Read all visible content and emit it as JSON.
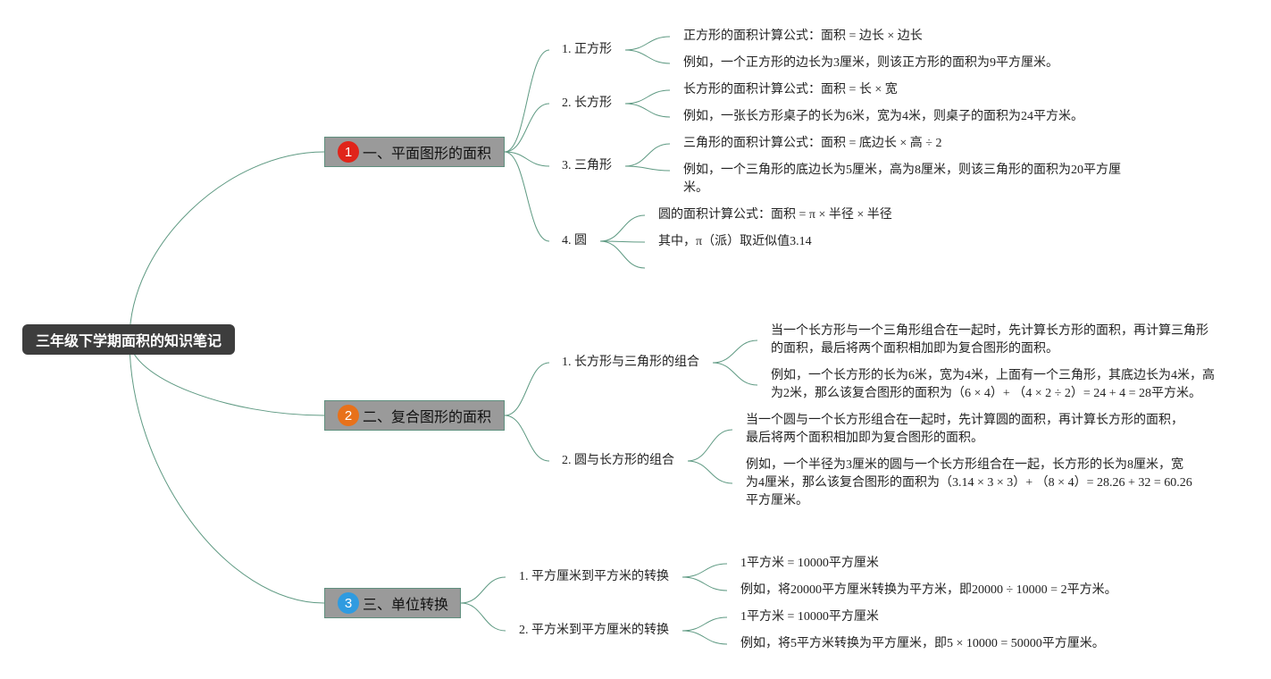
{
  "root": {
    "title": "三年级下学期面积的知识笔记"
  },
  "colors": {
    "link": "#5f9a83",
    "branch_bg": "#9a9a9a",
    "badge1": "#e0241a",
    "badge2": "#e8711a",
    "badge3": "#2f9be0"
  },
  "branches": [
    {
      "number": "1",
      "title": "一、平面图形的面积",
      "subs": [
        {
          "label": "1. 正方形",
          "leaves": [
            "正方形的面积计算公式：面积 = 边长 × 边长",
            "例如，一个正方形的边长为3厘米，则该正方形的面积为9平方厘米。"
          ]
        },
        {
          "label": "2. 长方形",
          "leaves": [
            "长方形的面积计算公式：面积 = 长 × 宽",
            "例如，一张长方形桌子的长为6米，宽为4米，则桌子的面积为24平方米。"
          ]
        },
        {
          "label": "3. 三角形",
          "leaves": [
            "三角形的面积计算公式：面积 = 底边长 × 高 ÷ 2",
            "例如，一个三角形的底边长为5厘米，高为8厘米，则该三角形的面积为20平方厘米。"
          ]
        },
        {
          "label": "4. 圆",
          "leaves": [
            "圆的面积计算公式：面积 = π × 半径 × 半径",
            "其中，π（派）取近似值3.14"
          ]
        }
      ]
    },
    {
      "number": "2",
      "title": "二、复合图形的面积",
      "subs": [
        {
          "label": "1. 长方形与三角形的组合",
          "leaves": [
            "当一个长方形与一个三角形组合在一起时，先计算长方形的面积，再计算三角形的面积，最后将两个面积相加即为复合图形的面积。",
            "例如，一个长方形的长为6米，宽为4米，上面有一个三角形，其底边长为4米，高为2米，那么该复合图形的面积为（6 × 4）+ （4 × 2 ÷ 2）= 24 + 4 = 28平方米。"
          ]
        },
        {
          "label": "2. 圆与长方形的组合",
          "leaves": [
            "当一个圆与一个长方形组合在一起时，先计算圆的面积，再计算长方形的面积，最后将两个面积相加即为复合图形的面积。",
            "例如，一个半径为3厘米的圆与一个长方形组合在一起，长方形的长为8厘米，宽为4厘米，那么该复合图形的面积为（3.14 × 3 × 3）+ （8 × 4）= 28.26 + 32 = 60.26平方厘米。"
          ]
        }
      ]
    },
    {
      "number": "3",
      "title": "三、单位转换",
      "subs": [
        {
          "label": "1. 平方厘米到平方米的转换",
          "leaves": [
            "1平方米 = 10000平方厘米",
            "例如，将20000平方厘米转换为平方米，即20000 ÷ 10000 = 2平方米。"
          ]
        },
        {
          "label": "2. 平方米到平方厘米的转换",
          "leaves": [
            "1平方米 = 10000平方厘米",
            "例如，将5平方米转换为平方厘米，即5 × 10000 = 50000平方厘米。"
          ]
        }
      ]
    }
  ]
}
